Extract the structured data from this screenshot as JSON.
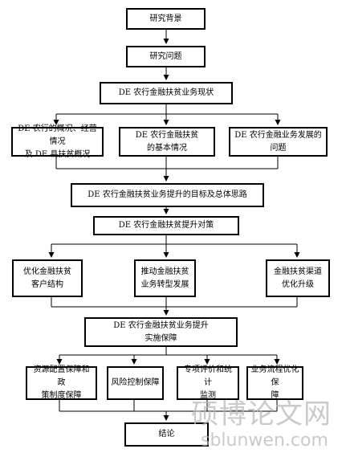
{
  "nodes": {
    "background": "研究背景",
    "problem": "研究问题",
    "status": "DE 农行金融扶贫业务现状",
    "sub1": "DE 农行的概况、经营情况\n及 DE 县扶贫概况",
    "sub2": "DE 农行金融扶贫\n的基本情况",
    "sub3": "DE 农行金融业务发展的\n问题",
    "goal": "DE 农行金融扶贫业务提升的目标及总体思路",
    "strategy": "DE 农行金融扶贫提升对策",
    "s1": "优化金融扶贫\n客户结构",
    "s2": "推动金融扶贫\n业务转型发展",
    "s3": "金融扶贫渠道\n优化升级",
    "guarantee": "DE 农行金融扶贫业务提升\n实施保障",
    "g1": "资源配置保障和政\n策制度保障",
    "g2": "风险控制保障",
    "g3": "专项评价和统计\n监测",
    "g4": "业务流程优化保\n障",
    "conclusion": "结论"
  },
  "watermark": {
    "chinese": "硕博论文网",
    "url": "sblunwen.com"
  }
}
